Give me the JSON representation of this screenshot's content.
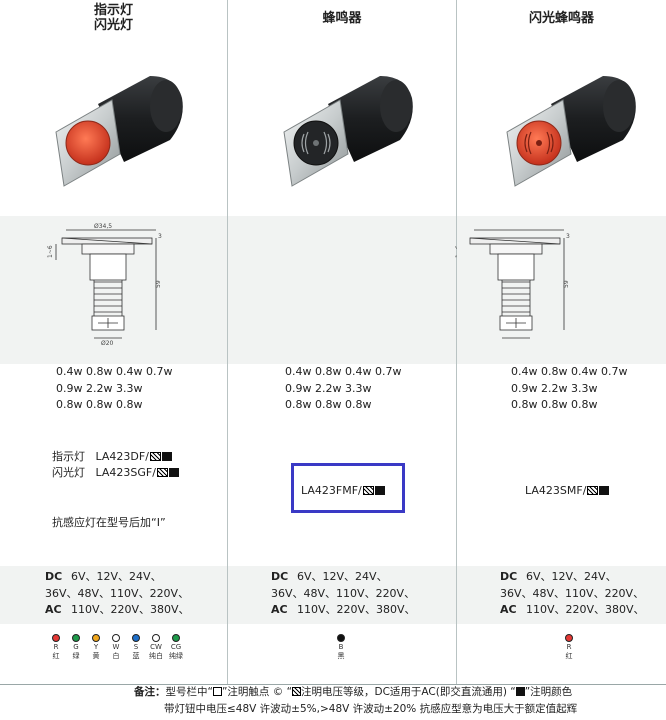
{
  "headers": [
    {
      "line1": "指示灯",
      "line2": "闪光灯"
    },
    {
      "line1": "蜂鸣器",
      "line2": ""
    },
    {
      "line1": "闪光蜂鸣器",
      "line2": ""
    }
  ],
  "drawing": {
    "dim_diameter_top": "Ø34,5",
    "dim_diameter_bottom": "Ø20",
    "dim_height": "59",
    "dim_side": "1~6",
    "dim_flange": "3"
  },
  "power": {
    "lines": [
      "0.4w 0.8w 0.4w 0.7w",
      "0.9w 2.2w 3.3w",
      "0.8w 0.8w 0.8w"
    ]
  },
  "models": {
    "col1_line1_prefix": "指示灯",
    "col1_line1_model": "LA423DF/",
    "col1_line2_prefix": "闪光灯",
    "col1_line2_model": "LA423SGF/",
    "col1_note": "抗感应灯在型号后加“I”",
    "col2_model": "LA423FMF/",
    "col3_model": "LA423SMF/"
  },
  "voltage": {
    "dc_label": "DC",
    "dc_values": "6V、12V、24V、",
    "mid_values": "36V、48V、110V、220V、",
    "ac_label": "AC",
    "ac_values": "110V、220V、380V、"
  },
  "colors": [
    {
      "code": "R",
      "name": "红",
      "hex": "#e53935"
    },
    {
      "code": "G",
      "name": "绿",
      "hex": "#1e9a4a"
    },
    {
      "code": "Y",
      "name": "黄",
      "hex": "#f2a81d"
    },
    {
      "code": "W",
      "name": "白",
      "hex": "#ffffff"
    },
    {
      "code": "S",
      "name": "蓝",
      "hex": "#1e6fc9"
    },
    {
      "code": "CW",
      "name": "纯白",
      "hex": "#ffffff"
    },
    {
      "code": "CG",
      "name": "纯绿",
      "hex": "#1e9a4a"
    }
  ],
  "buzzer_color": {
    "code": "B",
    "name": "黑",
    "hex": "#111111"
  },
  "flash_buzzer_color": {
    "code": "R",
    "name": "红",
    "hex": "#e53935"
  },
  "note": {
    "label": "备注：",
    "p1": "型号栏中“",
    "p2": "”注明触点 © “",
    "p3": "注明电压等级，DC适用于AC(即交直流通用)  “",
    "p4": "”注明颜色",
    "line2": "带灯钮中电压≤48V 许波动±5%,>48V 许波动±20%        抗感应型意为电压大于额定值起辉"
  },
  "accent": {
    "highlight": "#3a39c5",
    "lamp_red": "#e24d36"
  }
}
